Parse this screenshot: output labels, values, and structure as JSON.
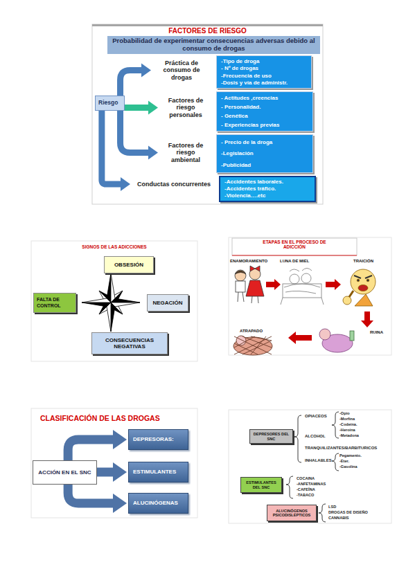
{
  "diagram": {
    "title": "FACTORES DE RIESGO",
    "nodes": [
      {
        "text": [
          "Probabilidad de experimentar consecuencias adversas debido al consumo de drogas"
        ]
      },
      {
        "text": [
          "Riesgo"
        ]
      },
      {
        "text": [
          "Práctica de consumo de drogas"
        ]
      },
      {
        "text": [
          "-Tipo de droga",
          "- Nº de drogas",
          "-Frecuencia de uso",
          "-Dosis y vía de administr."
        ]
      },
      {
        "text": [
          "Factores de riesgo personales"
        ]
      },
      {
        "text": [
          "- Actitudes ,creencias",
          "- Personalidad.",
          "- Genética",
          "- Experiencias previas"
        ]
      },
      {
        "text": [
          "Factores de riesgo ambiental"
        ]
      },
      {
        "text": [
          "- Precio de la droga",
          "-Legislación",
          "-Publicidad"
        ]
      },
      {
        "text": [
          "Conductas concurrentes"
        ]
      },
      {
        "text": [
          "-Accidentes laborales.",
          "-Accidentes tráfico.",
          "-Violencia….etc"
        ]
      },
      {
        "text": [
          "OBSESIÓN"
        ]
      },
      {
        "text": [
          "FALTA DE CONTROL"
        ]
      },
      {
        "text": [
          "NEGACIÓN"
        ]
      },
      {
        "text": [
          "CONSECUENCIAS NEGATIVAS"
        ]
      },
      {
        "text": [
          "ACCIÓN EN EL SNC"
        ]
      },
      {
        "text": [
          "DEPRESORAS:"
        ]
      },
      {
        "text": [
          "ESTIMULANTES"
        ]
      },
      {
        "text": [
          "ALUCINÓGENAS"
        ]
      },
      {
        "text": [
          "DEPRESORES DEL SNC"
        ]
      },
      {
        "text": [
          "ESTIMULANTES DEL SNC"
        ]
      },
      {
        "text": [
          "ALUCINÓGENOS PSICODISLEPTICOS"
        ]
      }
    ],
    "edges": [
      {
        "from": 1,
        "to": 2,
        "arrow": "to"
      },
      {
        "from": 1,
        "to": 4,
        "arrow": "to"
      },
      {
        "from": 1,
        "to": 6,
        "arrow": "to"
      },
      {
        "from": 1,
        "to": 8,
        "arrow": "to"
      },
      {
        "from": 14,
        "to": 15,
        "arrow": "to"
      },
      {
        "from": 14,
        "to": 16,
        "arrow": "to"
      },
      {
        "from": 14,
        "to": 17,
        "arrow": "to"
      }
    ],
    "labels": [
      "SIGNOS DE LAS ADICCIONES",
      "ETAPAS EN EL PROCESO DE ADICCIÓN",
      "ENAMORAMIENTO",
      "LUNA DE MIEL",
      "TRAICIÓN",
      "RUINA",
      "ATRAPADO",
      "CLASIFICACIÓN DE LAS DROGAS",
      "OPIACEOS",
      "-Opio",
      "-Morfina",
      "-Codeína.",
      "-Heroína",
      "-Metadona",
      "ALCOHOL",
      "TRANQUILIZANTES/BARBITURICOS",
      "INHALABLES",
      "Pegamento.",
      "-Eter.",
      "-Gasolina",
      "COCAINA",
      "-ANFETAMINAS",
      "-CAFEÍNA",
      "-TABACO",
      "LSD",
      "DROGAS DE DISEÑO",
      "CANNABIS"
    ]
  }
}
